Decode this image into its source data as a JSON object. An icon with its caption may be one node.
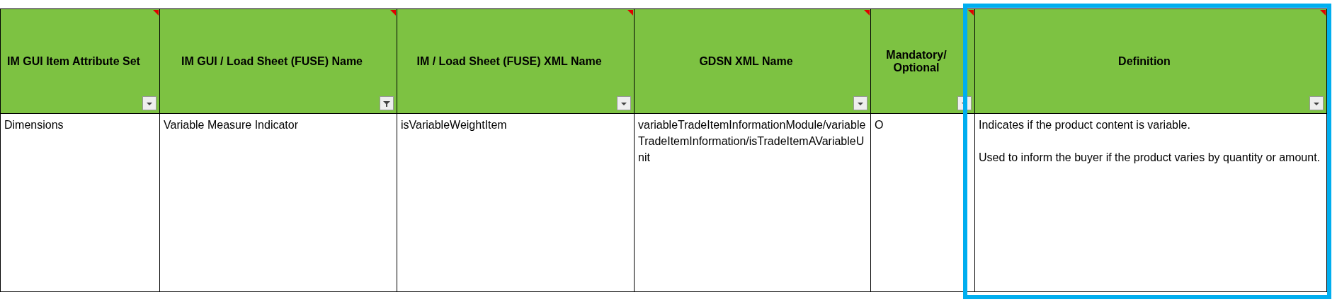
{
  "diagram": {
    "labels": [
      "IM GUI Item Attribute Set",
      "IM GUI / Load Sheet (FUSE) Name",
      "IM / Load Sheet (FUSE) XML Name",
      "GDSN XML Name",
      "Mandatory/ Optional",
      "Definition",
      "Dimensions",
      "Variable Measure Indicator",
      "isVariableWeightItem",
      "variableTradeItemInformationModule/variableTradeItemInformation/isTradeItemAVariableUnit",
      "O",
      "Indicates if the product content is variable.",
      "Used to inform the buyer if the product varies by quantity or amount."
    ]
  }
}
